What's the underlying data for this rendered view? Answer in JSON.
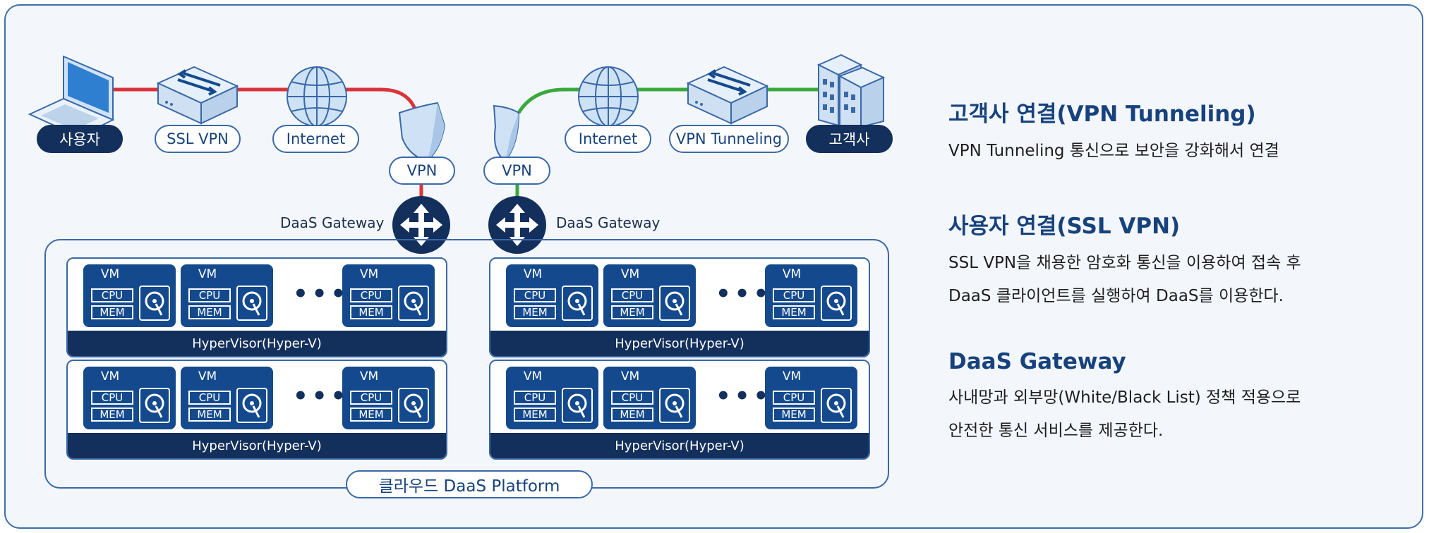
{
  "top_network": {
    "left": {
      "user_label": "사용자",
      "ssl_vpn_label": "SSL VPN",
      "internet_label": "Internet",
      "vpn_label": "VPN",
      "gateway_label": "DaaS Gateway",
      "link_color": "#d9343a"
    },
    "right": {
      "customer_label": "고객사",
      "vpn_tunneling_label": "VPN Tunneling",
      "internet_label": "Internet",
      "vpn_label": "VPN",
      "gateway_label": "DaaS Gateway",
      "link_color": "#3aa93d"
    }
  },
  "platform": {
    "label": "클라우드 DaaS Platform",
    "hosts": [
      {
        "hypervisor": "HyperVisor(Hyper-V)"
      },
      {
        "hypervisor": "HyperVisor(Hyper-V)"
      },
      {
        "hypervisor": "HyperVisor(Hyper-V)"
      },
      {
        "hypervisor": "HyperVisor(Hyper-V)"
      }
    ],
    "vm": {
      "title": "VM",
      "cpu": "CPU",
      "mem": "MEM",
      "ellipsis": "•••"
    }
  },
  "descriptions": [
    {
      "title": "고객사 연결(VPN Tunneling)",
      "lines": [
        "VPN Tunneling 통신으로 보안을 강화해서 연결"
      ]
    },
    {
      "title": "사용자 연결(SSL VPN)",
      "lines": [
        "SSL VPN을 채용한 암호화 통신을 이용하여 접속 후",
        "DaaS 클라이언트를 실행하여 DaaS를 이용한다."
      ]
    },
    {
      "title": "DaaS Gateway",
      "lines": [
        "사내망과 외부망(White/Black List) 정책 적용으로",
        "안전한 통신 서비스를 제공한다."
      ]
    }
  ],
  "colors": {
    "navy": "#132f5c",
    "blue": "#144a8d",
    "accent": "#17427c"
  },
  "icons": [
    "laptop-icon",
    "router-icon",
    "globe-icon",
    "shield-icon",
    "building-icon",
    "gateway-arrows-icon",
    "disk-icon"
  ]
}
